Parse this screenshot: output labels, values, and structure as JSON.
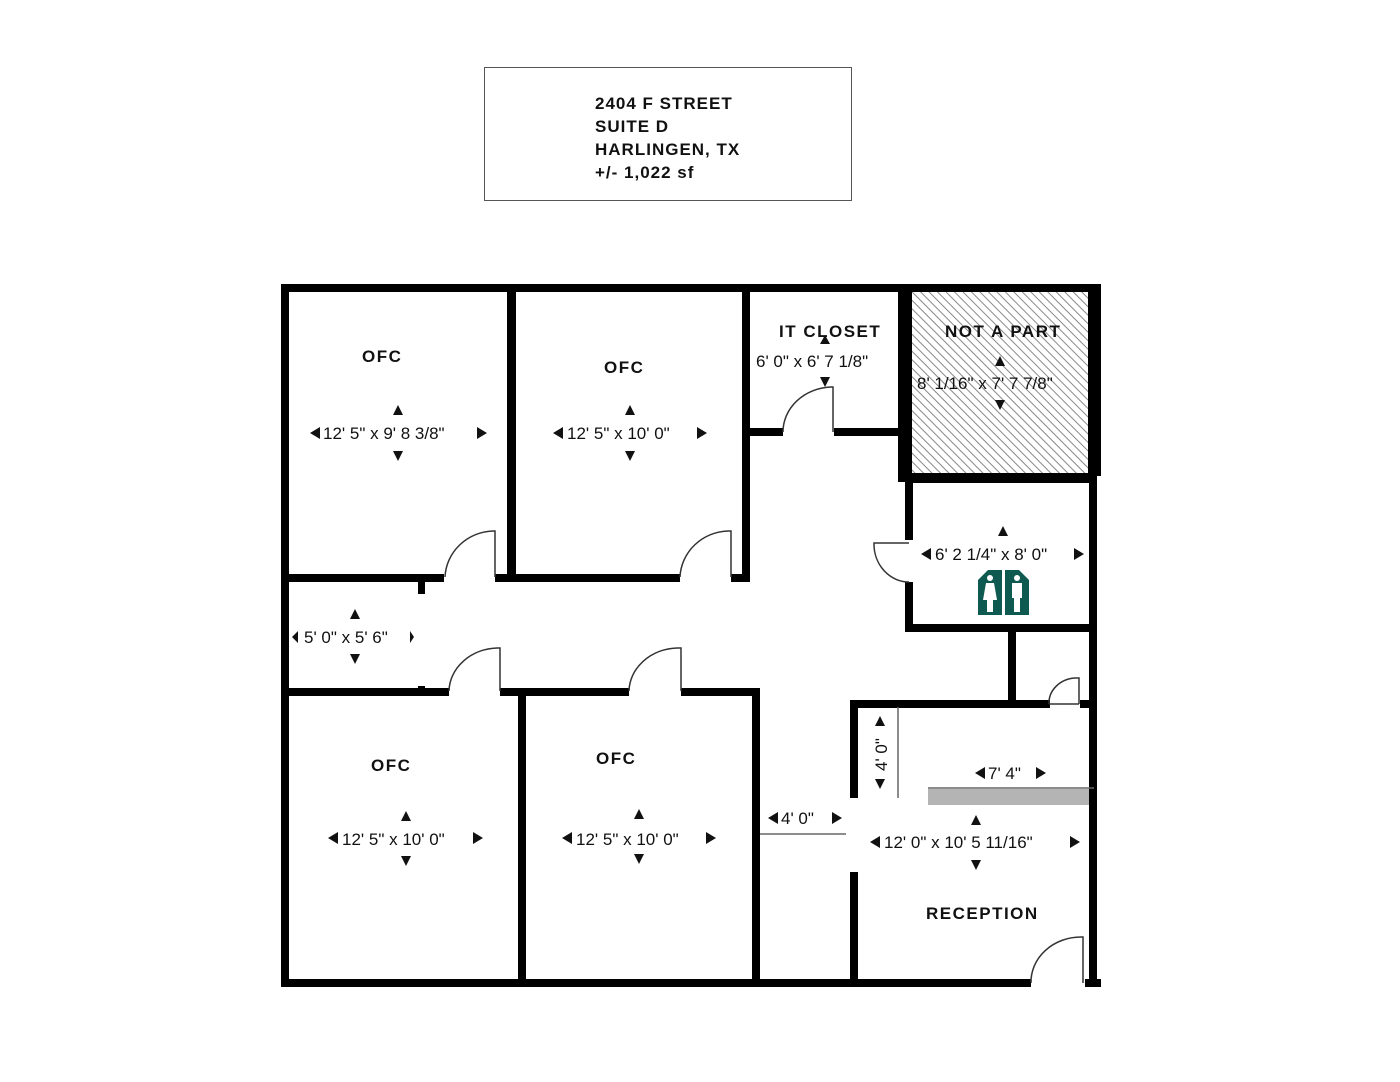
{
  "title_block": {
    "line1": "2404 F STREET",
    "line2": "SUITE D",
    "line3": "HARLINGEN, TX",
    "line4": "+/- 1,022 sf"
  },
  "rooms": {
    "ofc_top_left": {
      "label": "OFC",
      "dims": "12' 5\" x 9' 8 3/8\""
    },
    "ofc_top_mid": {
      "label": "OFC",
      "dims": "12' 5\" x 10' 0\""
    },
    "it_closet": {
      "label": "IT CLOSET",
      "dims": "6' 0\" x 6' 7 1/8\""
    },
    "not_a_part": {
      "label": "NOT A PART",
      "dims": "8' 1/16\" x 7' 7 7/8\""
    },
    "restroom": {
      "label": "",
      "dims": "6' 2 1/4\" x 8' 0\"",
      "icon": "restroom-icon"
    },
    "small_room": {
      "label": "",
      "dims": "5' 0\" x 5' 6\""
    },
    "ofc_bottom_left": {
      "label": "OFC",
      "dims": "12' 5\" x 10' 0\""
    },
    "ofc_bottom_mid": {
      "label": "OFC",
      "dims": "12' 5\" x 10' 0\""
    },
    "reception": {
      "label": "RECEPTION",
      "dims": "12' 0\" x 10' 5 11/16\""
    }
  },
  "annotations": {
    "corridor_width": "4' 0\"",
    "reception_opening": "4' 0\"",
    "counter_length": "7' 4\""
  },
  "colors": {
    "wall": "#000000",
    "restroom_icon": "#0f5a50",
    "counter": "#b4b4b4",
    "hatch": "#888888"
  }
}
